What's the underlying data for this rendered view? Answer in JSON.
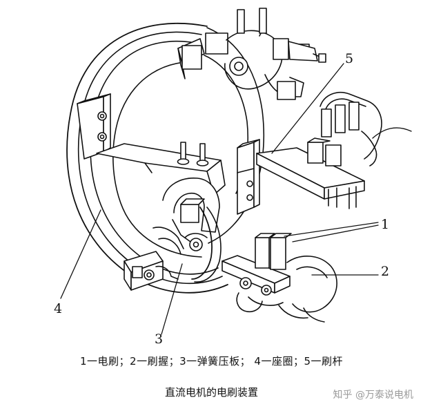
{
  "diagram": {
    "callouts": {
      "c1": "1",
      "c2": "2",
      "c3": "3",
      "c4": "4",
      "c5": "5"
    },
    "legend": "1一电刷；2一刷握；3一弹簧压板；  4一座圈；5一刷杆",
    "caption": "直流电机的电刷装置"
  },
  "watermark": "知乎 @万泰说电机"
}
